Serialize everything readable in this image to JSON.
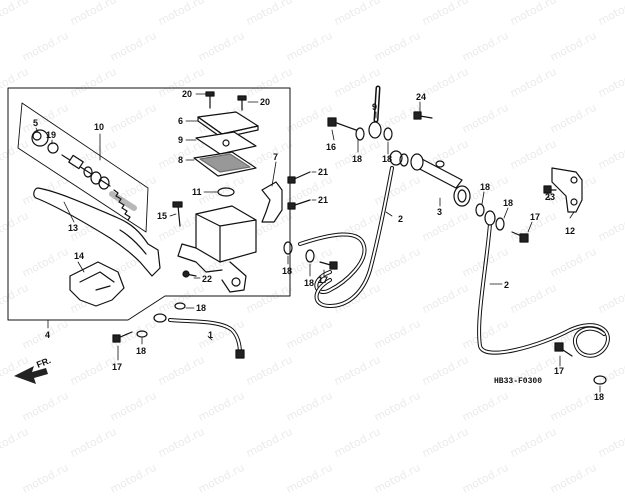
{
  "watermark": "motod.ru",
  "diagram_code": "HB33-F0300",
  "front_arrow_label": "FR.",
  "callouts": {
    "c20a": "20",
    "c20b": "20",
    "c6": "6",
    "c9": "9",
    "c8": "8",
    "c7": "7",
    "c11": "11",
    "c15": "15",
    "c22": "22",
    "c21a": "21",
    "c21b": "21",
    "c5": "5",
    "c19": "19",
    "c10": "10",
    "c13": "13",
    "c14": "14",
    "c4": "4",
    "c18a": "18",
    "c17a": "17",
    "c18b": "18",
    "c1": "1",
    "c16": "16",
    "c18c": "18",
    "c9b": "9",
    "c18d": "18",
    "c2a": "2",
    "c18e": "18",
    "c18f": "18",
    "c17b": "17",
    "c24": "24",
    "c3": "3",
    "c18g": "18",
    "c18h": "18",
    "c17c": "17",
    "c23": "23",
    "c12": "12",
    "c2b": "2",
    "c17d": "17",
    "c18i": "18"
  }
}
